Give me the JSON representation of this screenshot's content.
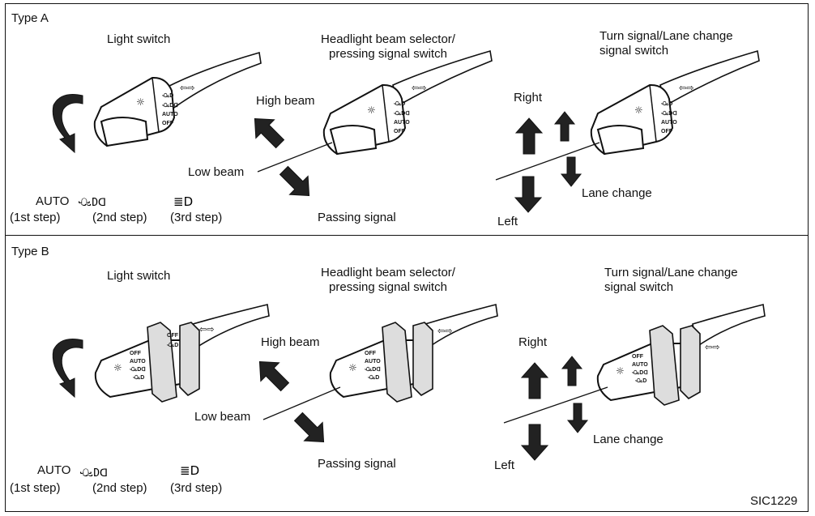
{
  "diagram_code": "SIC1229",
  "sections": [
    {
      "type_label": "Type A",
      "light_switch_title": "Light switch",
      "headlight_title": [
        "Headlight beam selector/",
        "pressing signal switch"
      ],
      "turn_title": [
        "Turn signal/Lane change",
        "signal switch"
      ],
      "steps": [
        {
          "name": "AUTO",
          "step": "(1st step)"
        },
        {
          "name": "",
          "step": "(2nd step)",
          "icon": "parking-light-icon"
        },
        {
          "name": "",
          "step": "(3rd step)",
          "icon": "headlight-icon"
        }
      ],
      "high_beam": "High beam",
      "low_beam": "Low beam",
      "passing_signal": "Passing signal",
      "right": "Right",
      "left": "Left",
      "lane_change": "Lane change",
      "switch_markings": [
        "OFF",
        "AUTO"
      ]
    },
    {
      "type_label": "Type B",
      "light_switch_title": "Light switch",
      "headlight_title": [
        "Headlight beam selector/",
        "pressing signal switch"
      ],
      "turn_title": [
        "Turn signal/Lane change",
        "signal switch"
      ],
      "steps": [
        {
          "name": "AUTO",
          "step": "(1st step)"
        },
        {
          "name": "",
          "step": "(2nd step)",
          "icon": "parking-light-icon"
        },
        {
          "name": "",
          "step": "(3rd step)",
          "icon": "headlight-icon"
        }
      ],
      "high_beam": "High beam",
      "low_beam": "Low beam",
      "passing_signal": "Passing signal",
      "right": "Right",
      "left": "Left",
      "lane_change": "Lane change",
      "switch_markings": [
        "OFF",
        "AUTO"
      ]
    }
  ]
}
